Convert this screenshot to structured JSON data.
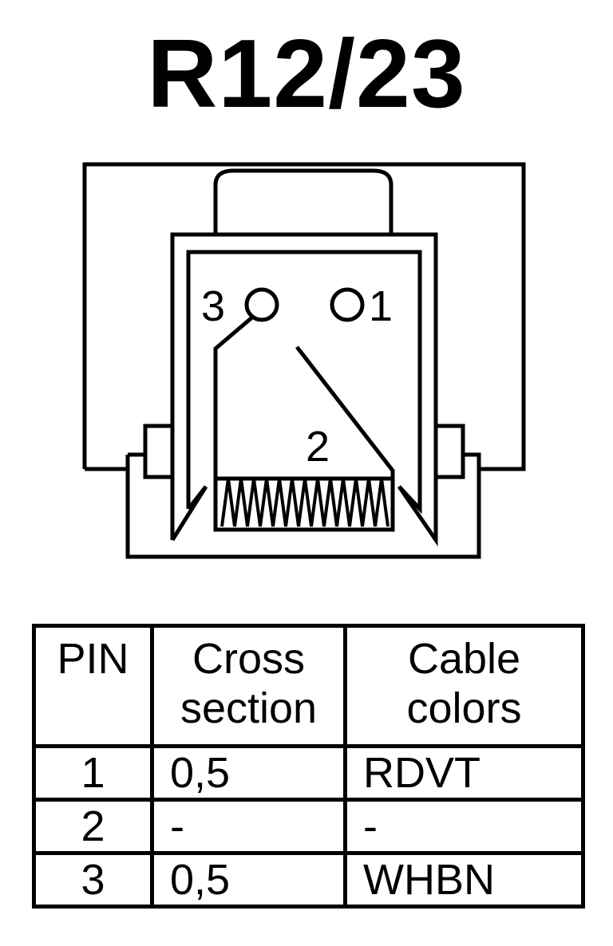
{
  "title": "R12/23",
  "diagram": {
    "pin_labels": [
      "3",
      "1",
      "2"
    ]
  },
  "table": {
    "headers": [
      [
        "PIN"
      ],
      [
        "Cross",
        "section"
      ],
      [
        "Cable",
        "colors"
      ]
    ],
    "rows": [
      {
        "pin": "1",
        "cross_section": "0,5",
        "cable_colors": "RDVT"
      },
      {
        "pin": "2",
        "cross_section": "-",
        "cable_colors": "-"
      },
      {
        "pin": "3",
        "cross_section": "0,5",
        "cable_colors": "WHBN"
      }
    ]
  }
}
